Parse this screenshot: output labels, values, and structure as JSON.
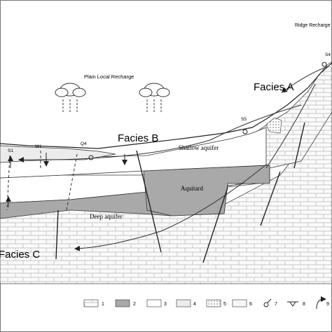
{
  "labels": {
    "ridge_recharge": "Ridge Recharge",
    "plain_local_recharge": "Plain Local Recharge",
    "facies_a": "Facies A",
    "facies_b": "Facies B",
    "facies_c": "Facies C",
    "shallow_aquifer": "Shallow aquifer",
    "aquitard": "Aquitard",
    "deep_aquifer": "Deep aquifer"
  },
  "points": {
    "s1": "S1",
    "w1": "W1",
    "q4": "Q4",
    "s5": "S5",
    "s4": "S4"
  },
  "legend": [
    {
      "num": "1",
      "pattern": "limestone"
    },
    {
      "num": "2",
      "pattern": "dark-fill"
    },
    {
      "num": "3",
      "pattern": "white"
    },
    {
      "num": "4",
      "pattern": "light-fill"
    },
    {
      "num": "5",
      "pattern": "dotted"
    },
    {
      "num": "6",
      "pattern": "stippled"
    },
    {
      "num": "7",
      "pattern": "spring-symbol"
    },
    {
      "num": "8",
      "pattern": "water-table-symbol"
    },
    {
      "num": "9",
      "pattern": "flow-arrow-symbol"
    }
  ],
  "colors": {
    "aquitard_fill": "#a9a9a9",
    "shallow_fill": "#ececec",
    "line": "#222222"
  }
}
